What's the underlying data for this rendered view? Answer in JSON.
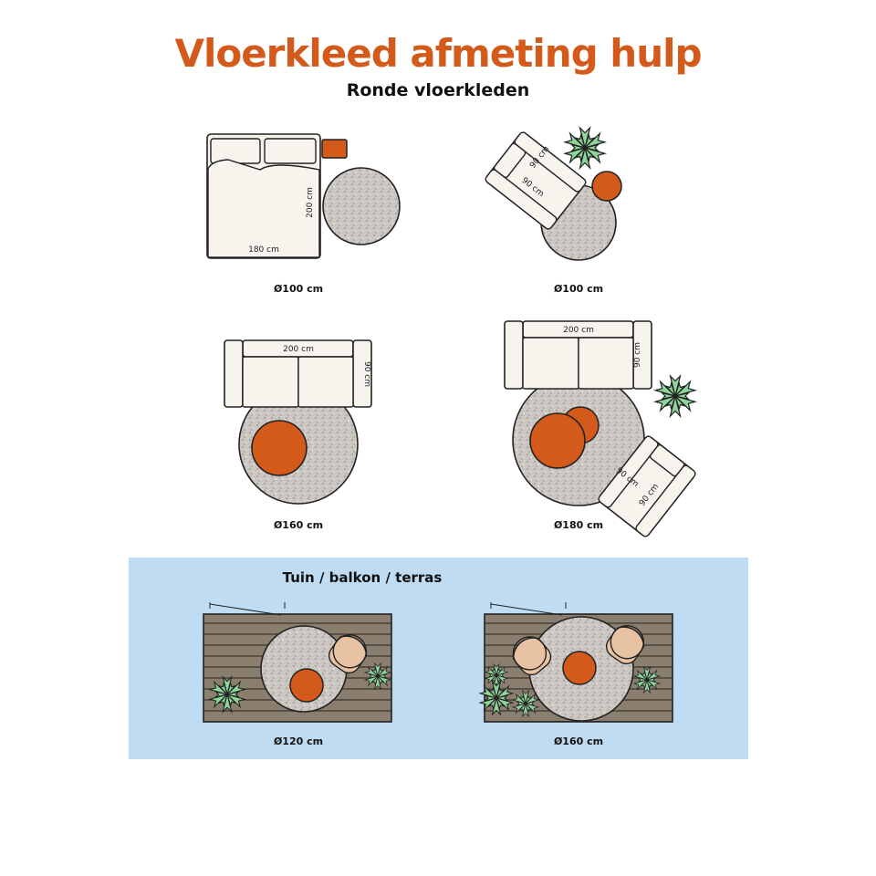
{
  "header": {
    "title": "Vloerkleed afmeting hulp",
    "subtitle": "Ronde vloerkleden"
  },
  "colors": {
    "accent": "#d35a1b",
    "rug": "#c9c4bf",
    "furniture": "#f7f4ee",
    "panel": "#bfdcf2",
    "deck": "#8a7e6f",
    "plant": "#8fd49a",
    "chair": "#e8c3a3"
  },
  "scenes": [
    {
      "id": "bedroom",
      "rug_diameter": "Ø100 cm",
      "labels": {
        "bed_width": "180 cm",
        "bed_length": "200 cm"
      }
    },
    {
      "id": "armchair",
      "rug_diameter": "Ø100 cm",
      "labels": {
        "chair_depth": "90 cm",
        "chair_width": "90 cm"
      }
    },
    {
      "id": "sofa",
      "rug_diameter": "Ø160 cm",
      "labels": {
        "sofa_width": "200 cm",
        "sofa_depth": "90 cm"
      }
    },
    {
      "id": "sofa-armchair",
      "rug_diameter": "Ø180 cm",
      "labels": {
        "sofa_width": "200 cm",
        "sofa_depth": "90 cm",
        "chair_depth": "90 cm",
        "chair_width": "90 cm"
      }
    }
  ],
  "outdoor": {
    "title": "Tuin / balkon / terras",
    "scenes": [
      {
        "id": "garden-small",
        "rug_diameter": "Ø120 cm"
      },
      {
        "id": "garden-large",
        "rug_diameter": "Ø160 cm"
      }
    ]
  }
}
